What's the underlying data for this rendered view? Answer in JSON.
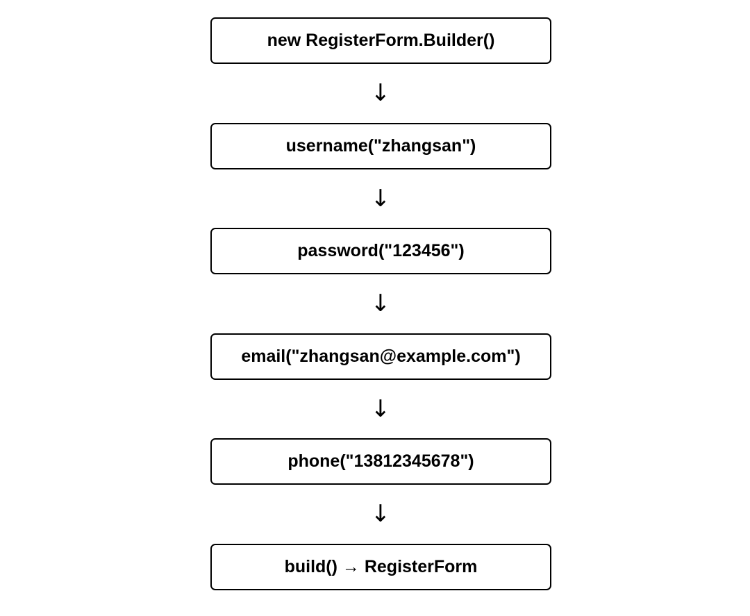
{
  "diagram": {
    "steps": [
      {
        "label": "new RegisterForm.Builder()"
      },
      {
        "label": "username(\"zhangsan\")"
      },
      {
        "label": "password(\"123456\")"
      },
      {
        "label": "email(\"zhangsan@example.com\")"
      },
      {
        "label": "phone(\"13812345678\")"
      },
      {
        "label": "build() → RegisterForm"
      }
    ],
    "connector_glyph": "↓",
    "colors": {
      "background": "#ffffff",
      "stroke": "#000000",
      "text": "#000000"
    }
  }
}
